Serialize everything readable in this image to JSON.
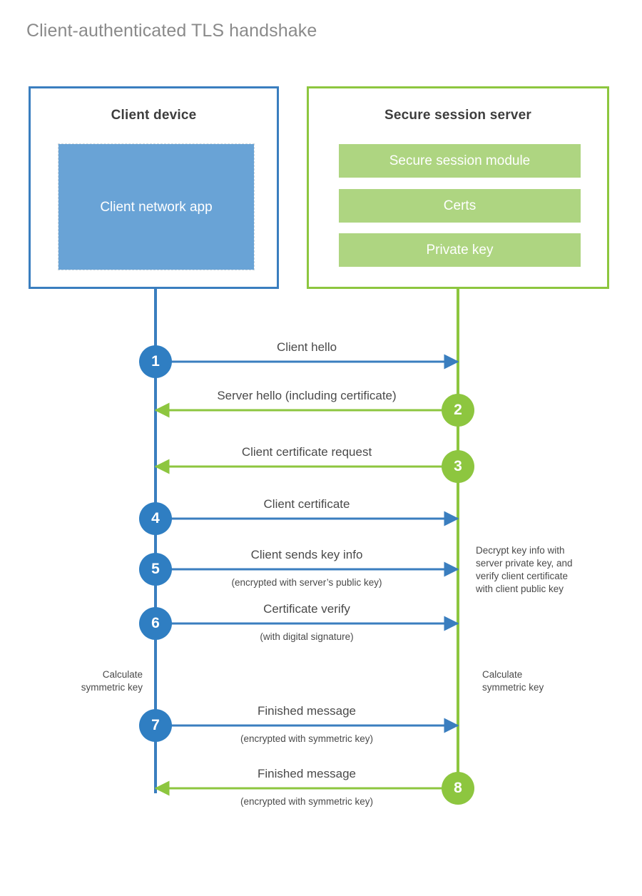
{
  "title": "Client-authenticated TLS handshake",
  "colors": {
    "client_blue": "#3a7ebf",
    "client_circle_blue": "#2f7ec2",
    "client_app_fill": "#69a3d6",
    "server_green": "#8dc63f",
    "server_bar_fill": "#aed581",
    "text_dark": "#3d3d3d",
    "text_body": "#4a4a4a",
    "title_gray": "#8a8a8a",
    "background": "#ffffff"
  },
  "participants": {
    "client": {
      "title": "Client device",
      "components": [
        {
          "label": "Client network app"
        }
      ]
    },
    "server": {
      "title": "Secure session server",
      "components": [
        {
          "label": "Secure session module"
        },
        {
          "label": "Certs"
        },
        {
          "label": "Private key"
        }
      ]
    }
  },
  "messages": [
    {
      "number": "1",
      "label": "Client hello",
      "sublabel": "",
      "direction": "client-to-server",
      "origin": "client"
    },
    {
      "number": "2",
      "label": "Server hello (including certificate)",
      "sublabel": "",
      "direction": "server-to-client",
      "origin": "server"
    },
    {
      "number": "3",
      "label": "Client certificate request",
      "sublabel": "",
      "direction": "server-to-client",
      "origin": "server"
    },
    {
      "number": "4",
      "label": "Client certificate",
      "sublabel": "",
      "direction": "client-to-server",
      "origin": "client"
    },
    {
      "number": "5",
      "label": "Client sends key info",
      "sublabel": "(encrypted with server’s public key)",
      "direction": "client-to-server",
      "origin": "client"
    },
    {
      "number": "6",
      "label": "Certificate verify",
      "sublabel": "(with digital signature)",
      "direction": "client-to-server",
      "origin": "client"
    },
    {
      "number": "7",
      "label": "Finished message",
      "sublabel": "(encrypted with symmetric key)",
      "direction": "client-to-server",
      "origin": "client"
    },
    {
      "number": "8",
      "label": "Finished message",
      "sublabel": "(encrypted with symmetric key)",
      "direction": "server-to-client",
      "origin": "server"
    }
  ],
  "annotations": {
    "server_decrypt": "Decrypt key info with\nserver private key, and\nverify client certificate\nwith client public key",
    "client_calculate": "Calculate\nsymmetric key",
    "server_calculate": "Calculate\nsymmetric key"
  }
}
